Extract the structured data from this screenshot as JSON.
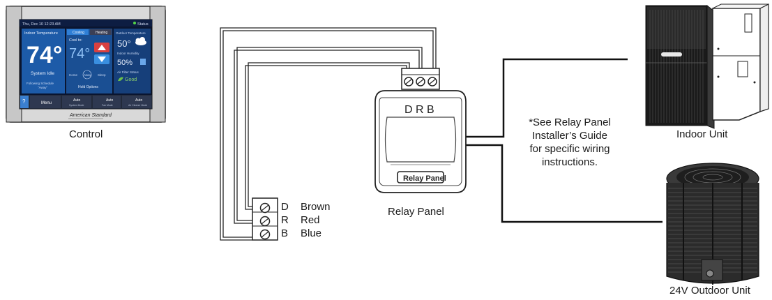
{
  "control": {
    "label": "Control",
    "status_bar": {
      "datetime": "Thu, Dec 10   12:23 AM",
      "status": "Status"
    },
    "indoor": {
      "title": "Indoor Temperature",
      "temp": "74°",
      "mode": "System Idle",
      "schedule": "Following Schedule",
      "schedule_sub": "\"Away\""
    },
    "cooling": {
      "tab_cool": "Cooling",
      "tab_heat": "Heating",
      "cool_to": "Cool to:",
      "setpoint": "74°",
      "home": "Home",
      "away": "Away",
      "sleep": "Sleep",
      "hold": "Hold Options"
    },
    "outdoor": {
      "title": "Outdoor Temperature",
      "temp": "50°",
      "humidity_label": "Indoor Humidity",
      "humidity": "50%",
      "filter_label": "Air Filter Status",
      "filter": "Good"
    },
    "bottom_bar": {
      "help": "?",
      "menu": "Menu",
      "system_auto": "Auto",
      "system_label": "System Mode",
      "fan_auto": "Auto",
      "fan_label": "Fan Mode",
      "cleaner_auto": "Auto",
      "cleaner_label": "Air Cleaner Mode"
    },
    "brand": "American Standard"
  },
  "relay_panel": {
    "label": "Relay Panel",
    "badge": "Relay Panel",
    "terminals": "D R B"
  },
  "terminal_block": {
    "rows": [
      {
        "letter": "D",
        "color": "Brown"
      },
      {
        "letter": "R",
        "color": "Red"
      },
      {
        "letter": "B",
        "color": "Blue"
      }
    ]
  },
  "note": {
    "lines": [
      "*See Relay Panel",
      "Installer’s Guide",
      "for specific wiring",
      "instructions."
    ]
  },
  "indoor_unit": {
    "label": "Indoor Unit"
  },
  "outdoor_unit": {
    "label": "24V Outdoor Unit"
  }
}
